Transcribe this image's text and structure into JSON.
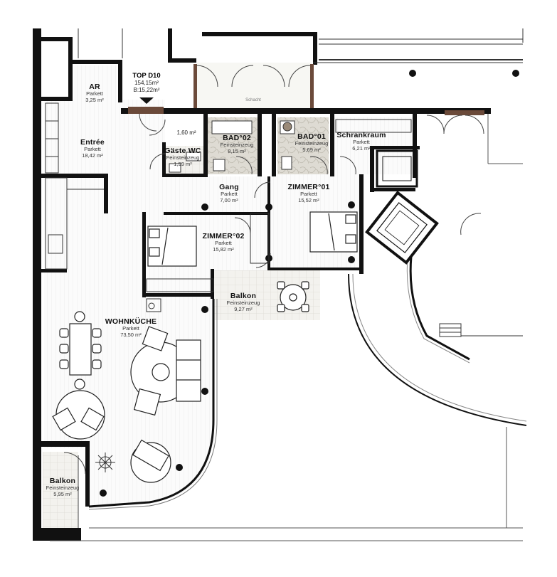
{
  "unit": {
    "title": "TOP D10",
    "area": "154,15m²",
    "balcony_area": "B:15,22m²"
  },
  "rooms": [
    {
      "id": "ar",
      "name": "AR",
      "material": "Parkett",
      "area": "3,25 m²"
    },
    {
      "id": "entree",
      "name": "Entrée",
      "material": "Parkett",
      "area": "18,42 m²"
    },
    {
      "id": "bad02",
      "name": "BAD°02",
      "material": "Feinsteinzeug",
      "area": "8,15 m²"
    },
    {
      "id": "bad01",
      "name": "BAD°01",
      "material": "Feinsteinzeug",
      "area": "5,69 m²"
    },
    {
      "id": "schrankraum",
      "name": "Schrankraum",
      "material": "Parkett",
      "area": "6,21 m²"
    },
    {
      "id": "gaeste-wc",
      "name": "Gäste WC",
      "material": "Feinsteinzeug",
      "area": "1,99 m²"
    },
    {
      "id": "gang",
      "name": "Gang",
      "material": "Parkett",
      "area": "7,00 m²"
    },
    {
      "id": "zimmer01",
      "name": "ZIMMER°01",
      "material": "Parkett",
      "area": "15,52 m²"
    },
    {
      "id": "zimmer02",
      "name": "ZIMMER°02",
      "material": "Parkett",
      "area": "15,82 m²"
    },
    {
      "id": "balkon-mid",
      "name": "Balkon",
      "material": "Feinsteinzeug",
      "area": "9,27 m²"
    },
    {
      "id": "wohnkueche",
      "name": "WOHNKÜCHE",
      "material": "Parkett",
      "area": "73,50 m²"
    },
    {
      "id": "balkon-left",
      "name": "Balkon",
      "material": "Feinsteinzeug",
      "area": "5,95 m²"
    }
  ],
  "extra_labels": {
    "storage_area": "1,60 m²",
    "schacht": "Schacht"
  },
  "colors": {
    "wall": "#111111",
    "floor_wood_line": "#ececec",
    "tile": "#d6d6d0",
    "bath_tile": "#c9c6be",
    "door_frame": "#6b4a3a",
    "balcony_fill": "#f1f0ea"
  }
}
